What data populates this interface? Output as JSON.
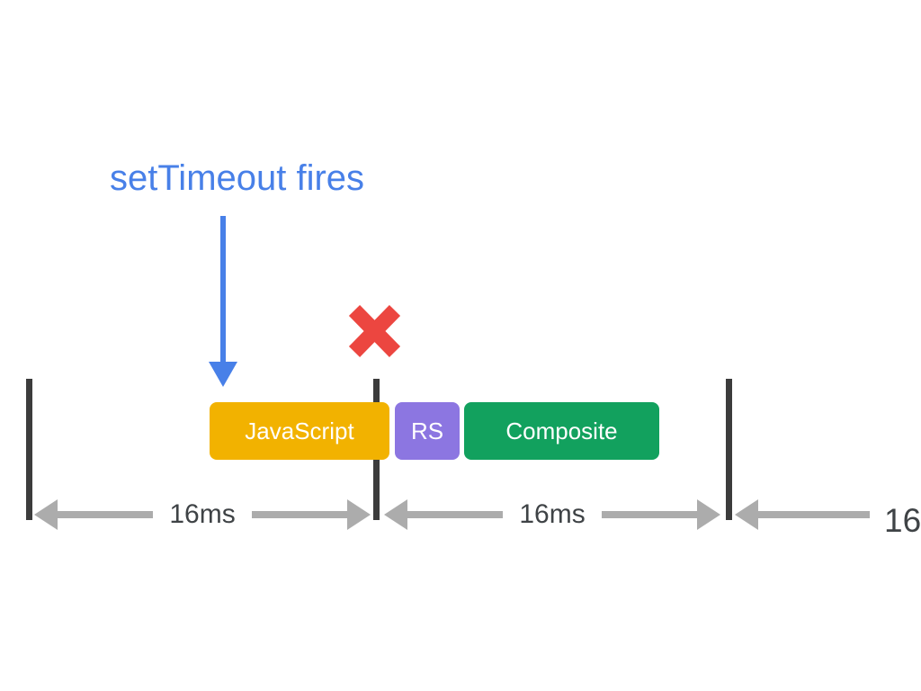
{
  "title": {
    "text": "setTimeout fires"
  },
  "annotation": {
    "x_mark": "missed-frame-cross"
  },
  "frame_blocks": [
    {
      "label": "JavaScript",
      "color": "#f2b200"
    },
    {
      "label": "RS",
      "color": "#8c76e1"
    },
    {
      "label": "Composite",
      "color": "#12a15e"
    }
  ],
  "timeline": {
    "intervals": [
      {
        "label": "16ms"
      },
      {
        "label": "16ms"
      },
      {
        "label": "16"
      }
    ]
  },
  "colors": {
    "annotation_blue": "#4880e8",
    "x_red": "#ec4640",
    "tick_dark": "#3c3c3c",
    "arrow_gray": "#acacac",
    "label_gray": "#3f4346",
    "background": "#ffffff"
  }
}
